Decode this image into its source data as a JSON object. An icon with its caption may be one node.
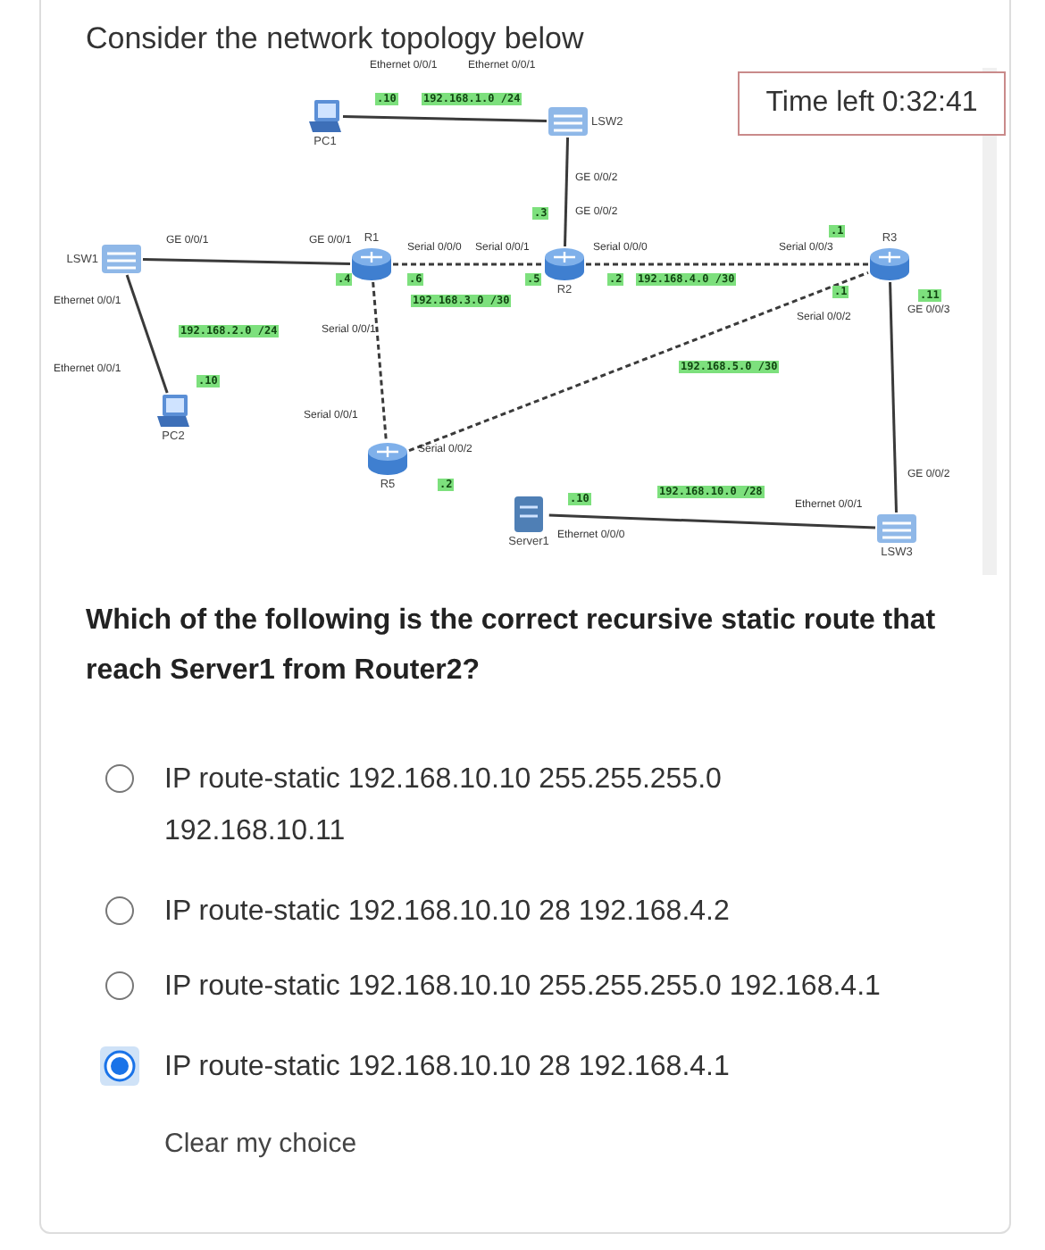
{
  "diagram": {
    "title": "Consider the network topology below",
    "nodes": [
      {
        "text": [
          "PC1"
        ]
      },
      {
        "text": [
          "LSW2"
        ]
      },
      {
        "text": [
          "R1"
        ]
      },
      {
        "text": [
          "LSW1"
        ]
      },
      {
        "text": [
          "R2"
        ]
      },
      {
        "text": [
          "R3"
        ]
      },
      {
        "text": [
          "PC2"
        ]
      },
      {
        "text": [
          "R5"
        ]
      },
      {
        "text": [
          "Server1"
        ]
      },
      {
        "text": [
          "LSW3"
        ]
      }
    ],
    "edges": [
      {
        "from": 0,
        "to": 1,
        "arrow": "none",
        "label": "192.168.1.0 /24"
      },
      {
        "from": 3,
        "to": 2,
        "arrow": "none"
      },
      {
        "from": 2,
        "to": 4,
        "arrow": "none",
        "style": "dashed",
        "label": "192.168.3.0 /30"
      },
      {
        "from": 1,
        "to": 4,
        "arrow": "none"
      },
      {
        "from": 4,
        "to": 5,
        "arrow": "none",
        "style": "dashed",
        "label": "192.168.4.0 /30"
      },
      {
        "from": 3,
        "to": 6,
        "arrow": "none",
        "label": "192.168.2.0 /24"
      },
      {
        "from": 2,
        "to": 7,
        "arrow": "none",
        "style": "dashed"
      },
      {
        "from": 7,
        "to": 5,
        "arrow": "none",
        "style": "dashed",
        "label": "192.168.5.0 /30"
      },
      {
        "from": 5,
        "to": 9,
        "arrow": "none"
      },
      {
        "from": 8,
        "to": 9,
        "arrow": "none",
        "label": "192.168.10.0 /28"
      }
    ],
    "labels": [
      "Time left 0:32:41",
      "Ethernet 0/0/1",
      "Ethernet 0/0/1",
      ".10",
      "GE 0/0/2",
      ".3",
      "GE 0/0/2",
      ".1",
      "GE 0/0/1",
      "GE 0/0/1",
      "Serial 0/0/0",
      "Serial 0/0/1",
      "Serial 0/0/0",
      "Serial 0/0/3",
      ".4",
      ".6",
      ".5",
      ".2",
      ".1",
      ".11",
      "Ethernet 0/0/1",
      "GE 0/0/3",
      "Serial 0/0/2",
      "Serial 0/0/1",
      "Ethernet 0/0/1",
      ".10",
      "Serial 0/0/1",
      "Serial 0/0/2",
      "GE 0/0/2",
      ".2",
      "Ethernet 0/0/1",
      ".10",
      "Ethernet 0/0/0",
      "Which of the following is the correct recursive static route that reach Server1 from Router2?",
      "IP route-static 192.168.10.10 255.255.255.0 192.168.10.11",
      "IP route-static 192.168.10.10 28 192.168.4.2",
      "IP route-static 192.168.10.10 255.255.255.0 192.168.4.1",
      "IP route-static 192.168.10.10 28 192.168.4.1",
      "Clear my choice"
    ]
  }
}
